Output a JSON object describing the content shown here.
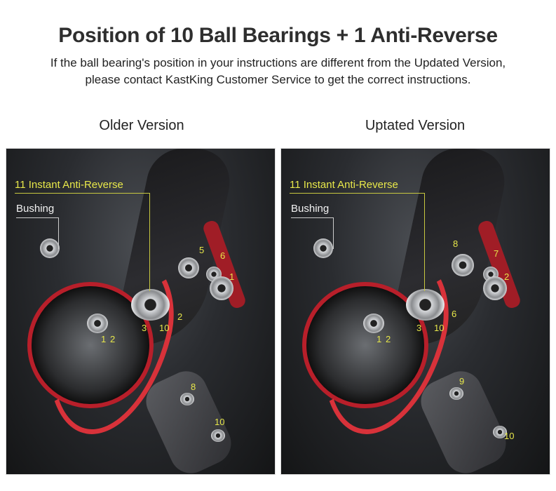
{
  "header": {
    "title": "Position of 10 Ball Bearings + 1 Anti-Reverse",
    "subtitle_line1": "If the ball bearing's position in your instructions are different from the Updated Version,",
    "subtitle_line2": "please contact KastKing Customer Service to get the correct instructions."
  },
  "panels": [
    {
      "version_label": "Older Version",
      "anti_reverse_label": "11 Instant Anti-Reverse",
      "bushing_label": "Bushing",
      "numbers": [
        "5",
        "6",
        "1",
        "2",
        "3",
        "10",
        "1",
        "2",
        "8",
        "10"
      ]
    },
    {
      "version_label": "Uptated Version",
      "anti_reverse_label": "11 Instant Anti-Reverse",
      "bushing_label": "Bushing",
      "numbers": [
        "8",
        "7",
        "2",
        "6",
        "3",
        "10",
        "1",
        "2",
        "9",
        "10"
      ]
    }
  ],
  "colors": {
    "label_yellow": "#e6e64a",
    "bail_red": "#d8323a",
    "background_dark": "#2a2c30"
  }
}
